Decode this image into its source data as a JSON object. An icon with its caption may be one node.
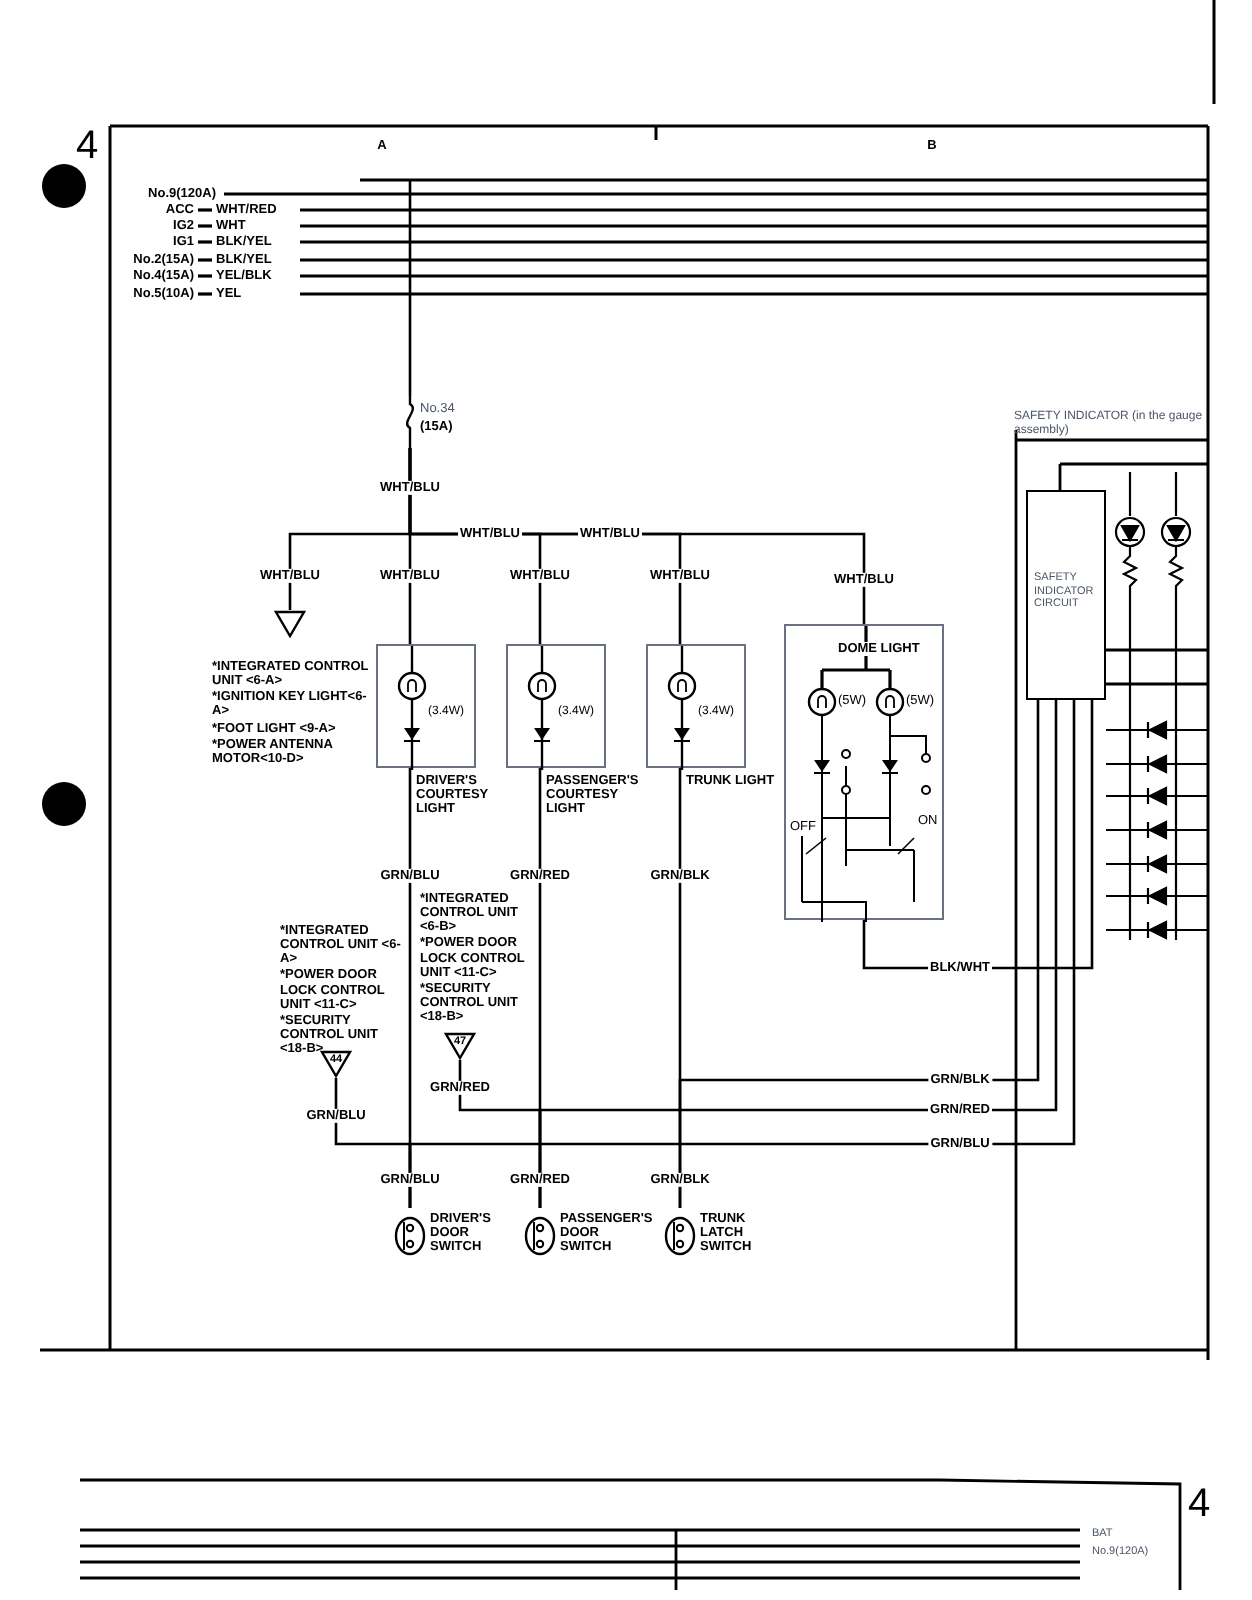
{
  "diagram": {
    "nodes": [
      {
        "text": [
          "No.34",
          "(15A)"
        ]
      },
      {
        "text": [
          "(3.4W)"
        ],
        "beside": [
          "DRIVER'S COURTESY LIGHT"
        ]
      },
      {
        "text": [
          "(3.4W)"
        ],
        "beside": [
          "PASSENGER'S COURTESY LIGHT"
        ]
      },
      {
        "text": [
          "(3.4W)"
        ],
        "beside": [
          "TRUNK LIGHT"
        ]
      },
      {
        "text": [
          "DOME LIGHT",
          "(5W)",
          "(5W)",
          "OFF",
          "ON"
        ]
      },
      {
        "text": [
          "SAFETY INDICATOR CIRCUIT"
        ]
      },
      {
        "text": [
          "DRIVER'S DOOR SWITCH"
        ]
      },
      {
        "text": [
          "PASSENGER'S DOOR SWITCH"
        ]
      },
      {
        "text": [
          "TRUNK LATCH SWITCH"
        ]
      },
      {
        "text": [],
        "shape": "triangle",
        "beside": [
          "*INTEGRATED CONTROL UNIT <6-A>",
          "*IGNITION KEY LIGHT<6-A>",
          "*FOOT LIGHT <9-A>",
          "*POWER ANTENNA MOTOR<10-D>"
        ]
      },
      {
        "text": [
          "44"
        ],
        "beside": [
          "*INTEGRATED CONTROL UNIT <6-A>",
          "*POWER DOOR LOCK CONTROL UNIT <11-C>",
          "*SECURITY CONTROL UNIT <18-B>"
        ]
      },
      {
        "text": [
          "47"
        ],
        "beside": [
          "*INTEGRATED CONTROL UNIT <6-B>",
          "*POWER DOOR LOCK CONTROL UNIT <11-C>",
          "*SECURITY CONTROL UNIT <18-B>"
        ]
      }
    ],
    "edges": [
      {
        "from": 0,
        "to": 9,
        "arrow": "none",
        "label": "WHT/BLU"
      },
      {
        "from": 0,
        "to": 1,
        "arrow": "none",
        "label": "WHT/BLU"
      },
      {
        "from": 0,
        "to": 2,
        "arrow": "none",
        "label": "WHT/BLU"
      },
      {
        "from": 0,
        "to": 3,
        "arrow": "none",
        "label": "WHT/BLU"
      },
      {
        "from": 0,
        "to": 4,
        "arrow": "none",
        "label": "WHT/BLU"
      },
      {
        "from": 1,
        "to": 6,
        "arrow": "none",
        "label": "GRN/BLU"
      },
      {
        "from": 2,
        "to": 7,
        "arrow": "none",
        "label": "GRN/RED"
      },
      {
        "from": 3,
        "to": 8,
        "arrow": "none",
        "label": "GRN/BLK"
      },
      {
        "from": 10,
        "to": 6,
        "arrow": "none",
        "label": "GRN/BLU"
      },
      {
        "from": 11,
        "to": 7,
        "arrow": "none",
        "label": "GRN/RED"
      },
      {
        "from": 8,
        "to": 5,
        "arrow": "none",
        "label": "GRN/BLK"
      },
      {
        "from": 7,
        "to": 5,
        "arrow": "none",
        "label": "GRN/RED"
      },
      {
        "from": 6,
        "to": 5,
        "arrow": "none",
        "label": "GRN/BLU"
      },
      {
        "from": 4,
        "to": 5,
        "arrow": "none",
        "label": "BLK/WHT"
      },
      {
        "from": null,
        "to": 0,
        "arrow": "none"
      }
    ],
    "labels": [
      "4",
      "A",
      "B",
      "No.9(120A)",
      "ACC",
      "WHT/RED",
      "IG2",
      "WHT",
      "IG1",
      "BLK/YEL",
      "No.2(15A)",
      "BLK/YEL",
      "No.4(15A)",
      "YEL/BLK",
      "No.5(10A)",
      "YEL",
      "WHT/BLU",
      "WHT/BLU",
      "WHT/BLU",
      "SAFETY INDICATOR (in the gauge assembly)",
      "GRN/BLU",
      "GRN/RED",
      "GRN/BLK",
      "4",
      "BAT",
      "No.9(120A)"
    ]
  }
}
